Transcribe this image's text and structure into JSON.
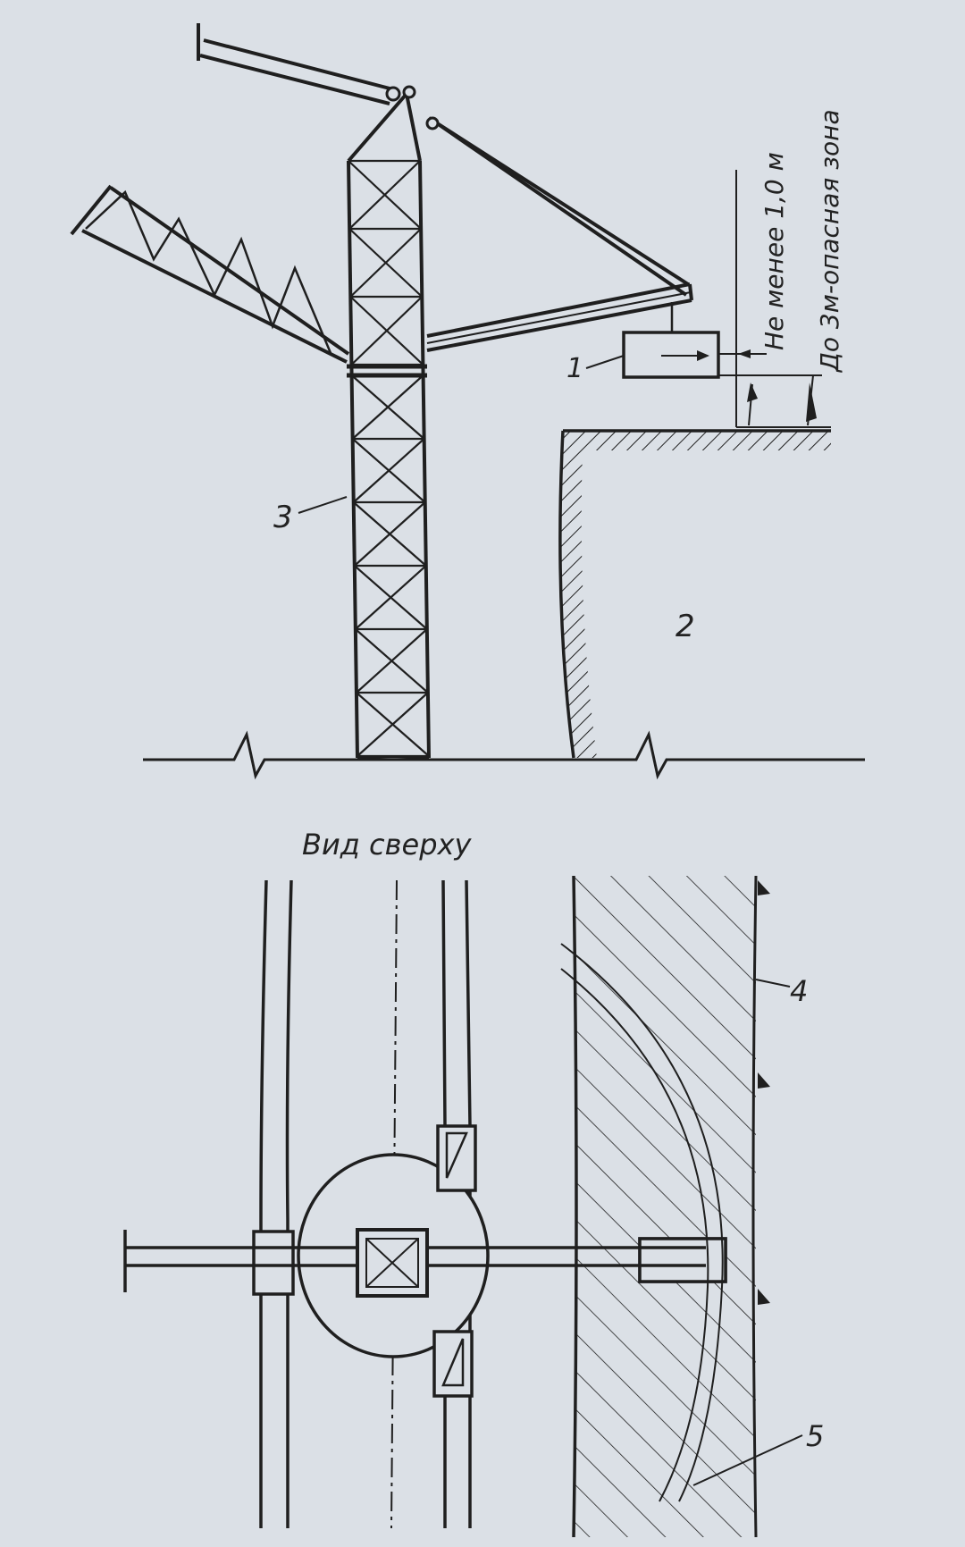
{
  "labels": {
    "item1": "1",
    "item2": "2",
    "item3": "3",
    "item4": "4",
    "item5": "5",
    "min_distance": "Не менее 1,0 м",
    "danger_zone": "До 3м-опасная зона",
    "top_view": "Вид сверху"
  },
  "colors": {
    "paper": "#dbe0e6",
    "ink": "#1f1f1f"
  }
}
